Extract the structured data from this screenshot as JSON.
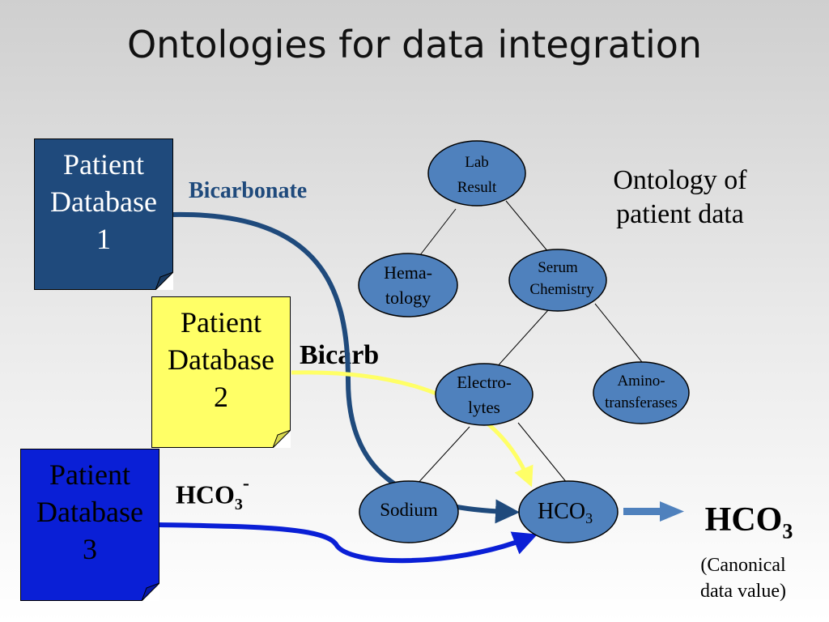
{
  "title": "Ontologies for data integration",
  "databases": [
    {
      "line1": "Patient",
      "line2": "Database",
      "line3": "1",
      "fill": "#1f4a7c",
      "text_color": "#ffffff",
      "term": "Bicarbonate",
      "term_color": "#1f4a7c"
    },
    {
      "line1": "Patient",
      "line2": "Database",
      "line3": "2",
      "fill": "#ffff66",
      "text_color": "#000000",
      "term": "Bicarb",
      "term_color": "#000000"
    },
    {
      "line1": "Patient",
      "line2": "Database",
      "line3": "3",
      "fill": "#0a1fd6",
      "text_color": "#000000",
      "term": "HCO",
      "term_sub": "3",
      "term_sup": "-",
      "term_color": "#000000"
    }
  ],
  "ontology": {
    "title_line1": "Ontology of",
    "title_line2": "patient data",
    "node_fill": "#4f81bd",
    "nodes": {
      "lab_result": [
        "Lab",
        "Result"
      ],
      "hematology": [
        "Hema-",
        "tology"
      ],
      "serum_chemistry": [
        "Serum",
        "Chemistry"
      ],
      "electrolytes": [
        "Electro-",
        "lytes"
      ],
      "aminotransferases": [
        "Amino-",
        "transferases"
      ],
      "sodium": [
        "Sodium"
      ],
      "hco3": {
        "text": "HCO",
        "sub": "3"
      }
    }
  },
  "canonical": {
    "text": "HCO",
    "sub": "3",
    "note_line1": "(Canonical",
    "note_line2": "data value)"
  },
  "colors": {
    "arrow_db1": "#1f4a7c",
    "arrow_db2": "#ffff66",
    "arrow_db3": "#0a1fd6",
    "canonical_arrow": "#4f81bd"
  }
}
